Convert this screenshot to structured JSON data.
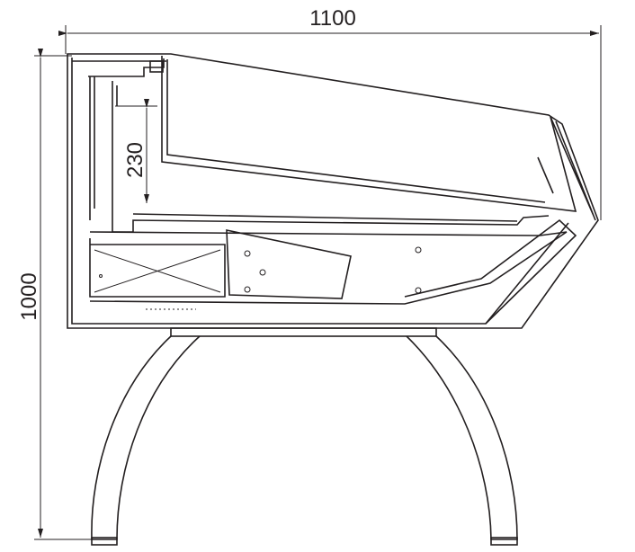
{
  "dimensions": {
    "width_label": "1100",
    "height_label": "1000",
    "inner_height_label": "230"
  },
  "colors": {
    "line": "#231f20",
    "background": "#ffffff"
  }
}
